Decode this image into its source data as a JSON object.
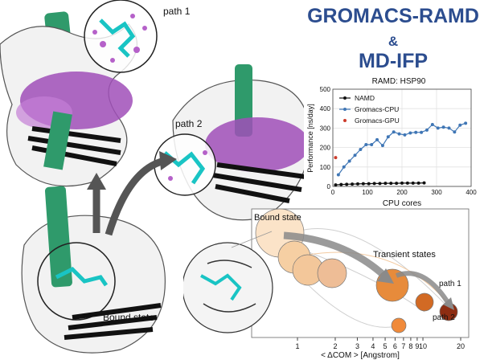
{
  "header": {
    "title_line1": "GROMACS-RAMD",
    "ampersand": "&",
    "title_line2": "MD-IFP"
  },
  "protein_panels": {
    "path1_label": "path 1",
    "path2_label": "path 2",
    "bound_state_label": "Bound state"
  },
  "performance_chart": {
    "chart_data": {
      "type": "line",
      "title": "RAMD: HSP90",
      "xlabel": "CPU cores",
      "ylabel": "Performance [ns/day]",
      "xlim": [
        0,
        400
      ],
      "ylim": [
        0,
        500
      ],
      "xticks": [
        "0",
        "100",
        "200",
        "300",
        "400"
      ],
      "yticks": [
        "0",
        "100",
        "200",
        "300",
        "400",
        "500"
      ],
      "grid": true,
      "legend_position": "top-left",
      "series": [
        {
          "name": "NAMD",
          "color": "#111111",
          "x": [
            8,
            24,
            40,
            56,
            72,
            88,
            104,
            120,
            136,
            152,
            168,
            184,
            200,
            216,
            232,
            248,
            264
          ],
          "y": [
            8,
            10,
            11,
            12,
            13,
            14,
            14,
            15,
            15,
            16,
            16,
            16,
            17,
            17,
            17,
            17,
            18
          ]
        },
        {
          "name": "Gromacs-CPU",
          "color": "#3f76b5",
          "x": [
            16,
            32,
            48,
            64,
            80,
            96,
            112,
            128,
            144,
            160,
            176,
            192,
            208,
            224,
            240,
            256,
            272,
            288,
            304,
            320,
            336,
            352,
            368,
            384
          ],
          "y": [
            60,
            100,
            130,
            160,
            190,
            215,
            215,
            240,
            210,
            255,
            280,
            270,
            265,
            275,
            278,
            278,
            290,
            318,
            300,
            305,
            300,
            280,
            315,
            325
          ]
        },
        {
          "name": "Gromacs-GPU",
          "color": "#cc3b2b",
          "x": [
            8
          ],
          "y": [
            148
          ]
        }
      ]
    }
  },
  "transition_network": {
    "bound_state_label": "Bound state",
    "transient_label": "Transient states",
    "path1_label": "path 1",
    "path2_label": "path 2",
    "axis_label": "< ΔCOM > [Angstrom]",
    "x_ticks": [
      "1",
      "2",
      "3",
      "4",
      "5",
      "6",
      "7",
      "8",
      "9",
      "10",
      "20"
    ],
    "node_colors": [
      "#fbe3c8",
      "#f6cfa3",
      "#f3c79a",
      "#eebd96",
      "#e78b3b",
      "#d26a24",
      "#8e2d12",
      "#f08a3a"
    ]
  }
}
